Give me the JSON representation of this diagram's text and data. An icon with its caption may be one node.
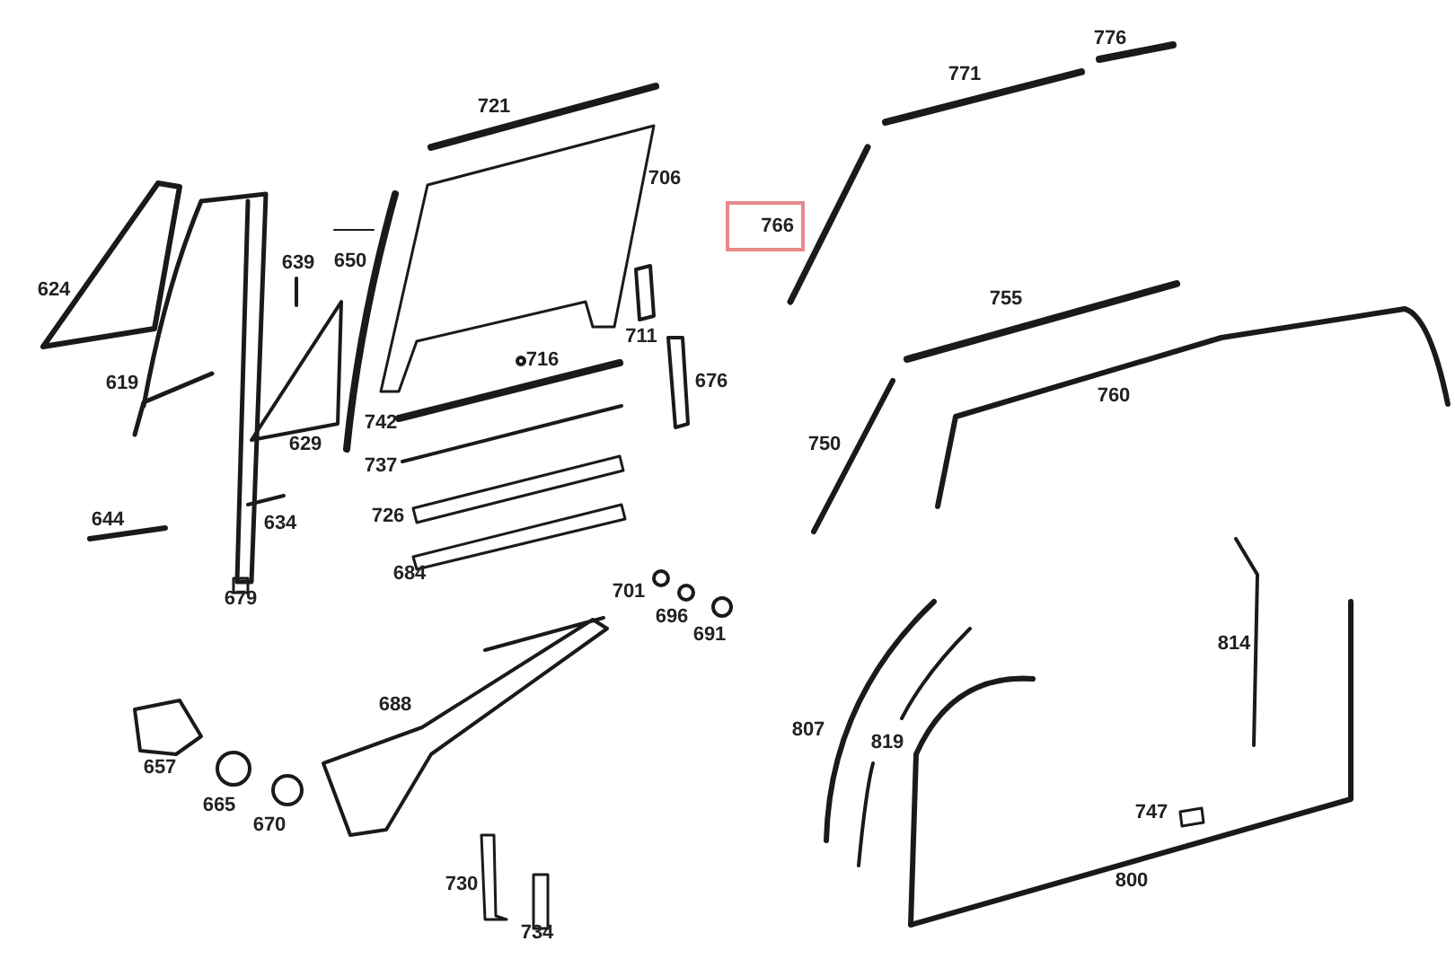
{
  "diagram": {
    "nodes": [
      {
        "text": [
          "766"
        ]
      }
    ],
    "labels": [
      "776",
      "771",
      "721",
      "706",
      "624",
      "639",
      "650",
      "755",
      "711",
      "619",
      "716",
      "676",
      "760",
      "629",
      "742",
      "737",
      "750",
      "644",
      "634",
      "726",
      "684",
      "679",
      "701",
      "696",
      "691",
      "814",
      "688",
      "807",
      "819",
      "657",
      "665",
      "747",
      "670",
      "730",
      "800",
      "734"
    ]
  }
}
